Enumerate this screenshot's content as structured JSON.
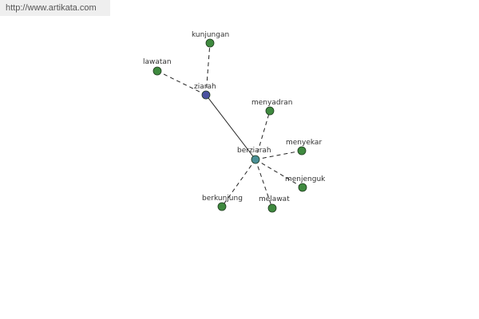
{
  "watermark": "http://www.artikata.com",
  "colors": {
    "center_node": "#4a52a0",
    "hub_node": "#4a8f96",
    "leaf_node": "#3f8a3f"
  },
  "graph": {
    "nodes": [
      {
        "id": "ziarah",
        "label": "ziarah",
        "kind": "center"
      },
      {
        "id": "kunjungan",
        "label": "kunjungan",
        "kind": "leaf"
      },
      {
        "id": "lawatan",
        "label": "lawatan",
        "kind": "leaf"
      },
      {
        "id": "berziarah",
        "label": "berziarah",
        "kind": "hub"
      },
      {
        "id": "menyadran",
        "label": "menyadran",
        "kind": "leaf"
      },
      {
        "id": "menyekar",
        "label": "menyekar",
        "kind": "leaf"
      },
      {
        "id": "menjenguk",
        "label": "menjenguk",
        "kind": "leaf"
      },
      {
        "id": "melawat",
        "label": "melawat",
        "kind": "leaf"
      },
      {
        "id": "berkunjung",
        "label": "berkunjung",
        "kind": "leaf"
      }
    ],
    "edges": [
      {
        "from": "ziarah",
        "to": "kunjungan",
        "style": "dashed"
      },
      {
        "from": "ziarah",
        "to": "lawatan",
        "style": "dashed"
      },
      {
        "from": "ziarah",
        "to": "berziarah",
        "style": "solid"
      },
      {
        "from": "berziarah",
        "to": "menyadran",
        "style": "dashed"
      },
      {
        "from": "berziarah",
        "to": "menyekar",
        "style": "dashed"
      },
      {
        "from": "berziarah",
        "to": "menjenguk",
        "style": "dashed"
      },
      {
        "from": "berziarah",
        "to": "melawat",
        "style": "dashed"
      },
      {
        "from": "berziarah",
        "to": "berkunjung",
        "style": "dashed"
      }
    ]
  }
}
